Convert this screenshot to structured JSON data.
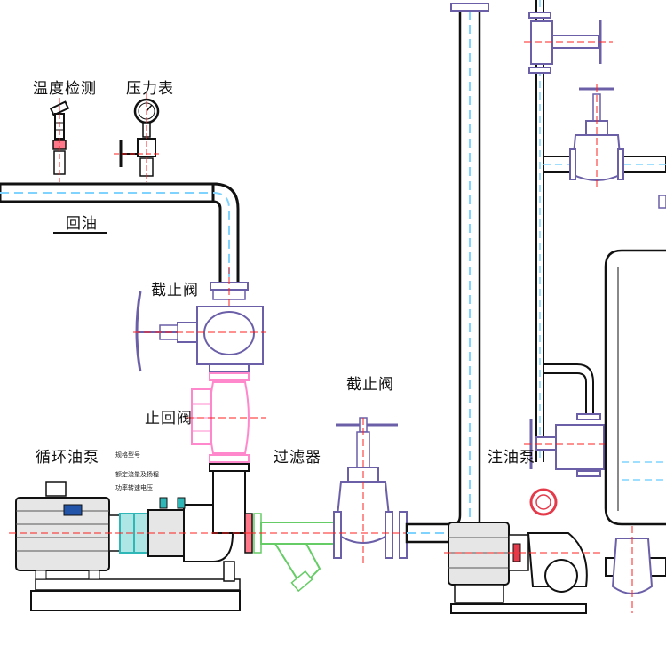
{
  "labels": {
    "temp_sensor": "温度检测",
    "pressure_gauge": "压力表",
    "return_oil": "回油",
    "stop_valve_upper": "截止阀",
    "check_valve": "止回阀",
    "circulation_pump": "循环油泵",
    "filter": "过滤器",
    "stop_valve_middle": "截止阀",
    "fill_pump": "注油泵"
  },
  "pump_notes": [
    "规格型号",
    "额定流量及扬程",
    "功率转速电压"
  ],
  "colors": {
    "pipe_outline": "#111111",
    "pipe_inner": "#7fd3ff",
    "centerline": "#ff2020",
    "valve_outline": "#6b5fa8",
    "check_valve": "#ff88cc",
    "filter": "#66cc66",
    "motor_fill": "#e6e6e6",
    "coupling": "#2fb6b6",
    "red_component": "#e43a4a"
  },
  "icons": [
    "thermometer-icon",
    "pressure-gauge-icon",
    "handwheel-icon",
    "motor-icon"
  ]
}
